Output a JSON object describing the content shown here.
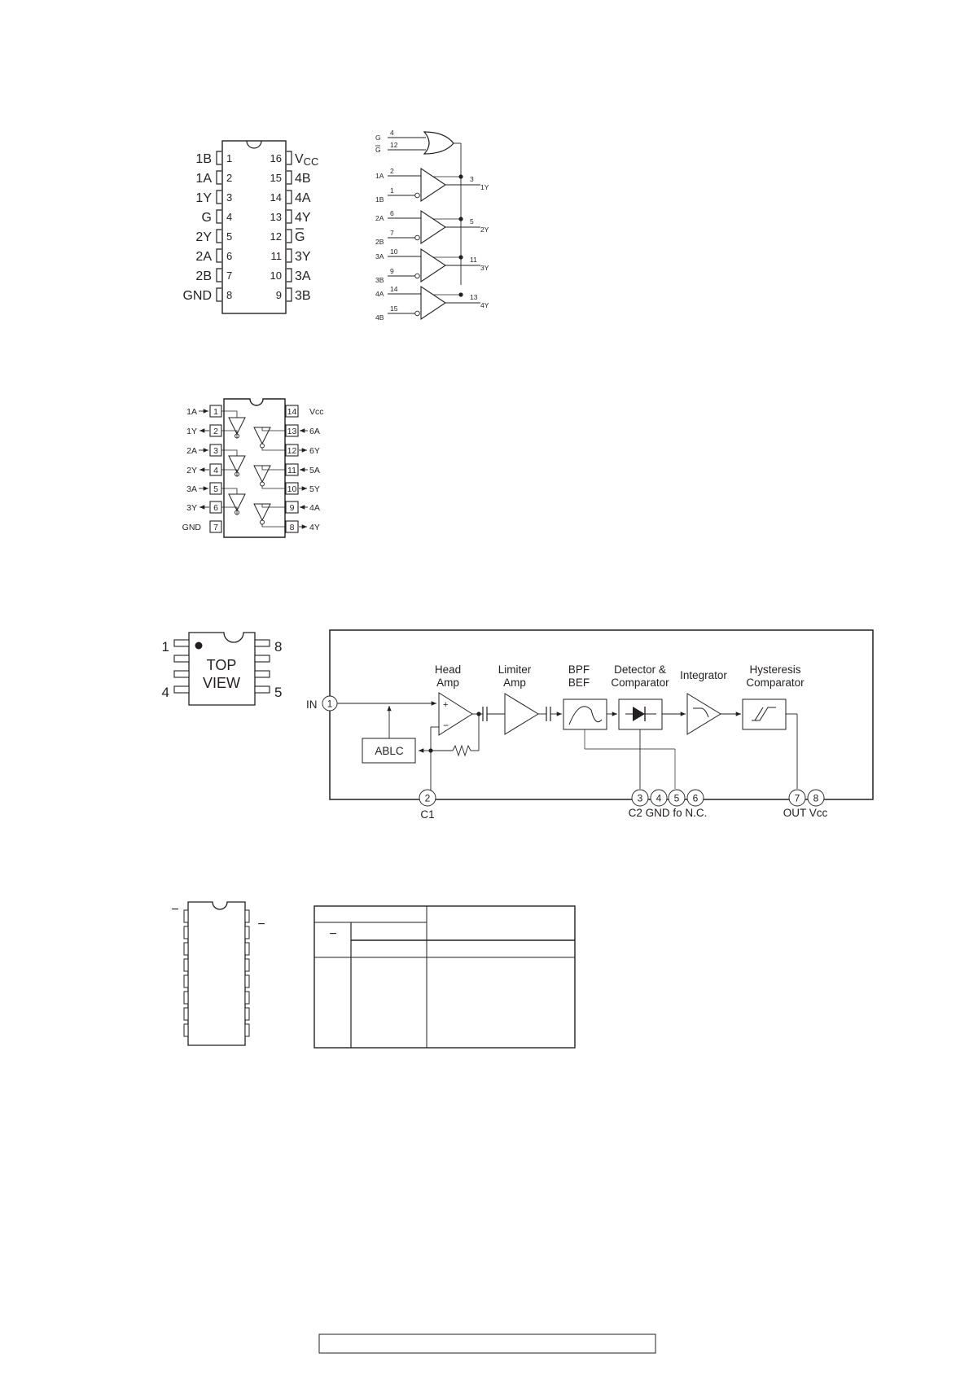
{
  "ic_16pin": {
    "left_pins": [
      {
        "label": "1B",
        "num": "1"
      },
      {
        "label": "1A",
        "num": "2"
      },
      {
        "label": "1Y",
        "num": "3"
      },
      {
        "label": "G",
        "num": "4"
      },
      {
        "label": "2Y",
        "num": "5"
      },
      {
        "label": "2A",
        "num": "6"
      },
      {
        "label": "2B",
        "num": "7"
      },
      {
        "label": "GND",
        "num": "8"
      }
    ],
    "right_pins": [
      {
        "label": "V",
        "sub": "CC",
        "num": "16"
      },
      {
        "label": "4B",
        "num": "15"
      },
      {
        "label": "4A",
        "num": "14"
      },
      {
        "label": "4Y",
        "num": "13"
      },
      {
        "label": "G",
        "overbar": true,
        "num": "12"
      },
      {
        "label": "3Y",
        "num": "11"
      },
      {
        "label": "3A",
        "num": "10"
      },
      {
        "label": "3B",
        "num": "9"
      }
    ]
  },
  "logic_diagram": {
    "or_gate_inputs": [
      {
        "label": "G",
        "num": "4"
      },
      {
        "label": "G",
        "num": "12",
        "overbar": true
      }
    ],
    "buffers": [
      {
        "in_a": "1A",
        "num_a": "2",
        "in_b": "1B",
        "num_b": "1",
        "out": "1Y",
        "num_out": "3"
      },
      {
        "in_a": "2A",
        "num_a": "6",
        "in_b": "2B",
        "num_b": "7",
        "out": "2Y",
        "num_out": "5"
      },
      {
        "in_a": "3A",
        "num_a": "10",
        "in_b": "3B",
        "num_b": "9",
        "out": "3Y",
        "num_out": "11"
      },
      {
        "in_a": "4A",
        "num_a": "14",
        "in_b": "4B",
        "num_b": "15",
        "out": "4Y",
        "num_out": "13"
      }
    ]
  },
  "ic_14pin": {
    "left_pins": [
      {
        "label": "1A",
        "num": "1",
        "dir": "in"
      },
      {
        "label": "1Y",
        "num": "2",
        "dir": "out"
      },
      {
        "label": "2A",
        "num": "3",
        "dir": "in"
      },
      {
        "label": "2Y",
        "num": "4",
        "dir": "out"
      },
      {
        "label": "3A",
        "num": "5",
        "dir": "in"
      },
      {
        "label": "3Y",
        "num": "6",
        "dir": "out"
      },
      {
        "label": "GND",
        "num": "7",
        "dir": "none"
      }
    ],
    "right_pins": [
      {
        "label": "Vcc",
        "num": "14",
        "dir": "none"
      },
      {
        "label": "6A",
        "num": "13",
        "dir": "in"
      },
      {
        "label": "6Y",
        "num": "12",
        "dir": "out"
      },
      {
        "label": "5A",
        "num": "11",
        "dir": "in"
      },
      {
        "label": "5Y",
        "num": "10",
        "dir": "out"
      },
      {
        "label": "4A",
        "num": "9",
        "dir": "in"
      },
      {
        "label": "4Y",
        "num": "8",
        "dir": "out"
      }
    ]
  },
  "ic_8pin": {
    "top_view_line1": "TOP",
    "top_view_line2": "VIEW",
    "corner_labels": {
      "top_left": "1",
      "top_right": "8",
      "bottom_left": "4",
      "bottom_right": "5"
    }
  },
  "receiver_block": {
    "input_label": "IN",
    "input_pin": "1",
    "blocks": {
      "head_amp": {
        "line1": "Head",
        "line2": "Amp"
      },
      "limiter_amp": {
        "line1": "Limiter",
        "line2": "Amp"
      },
      "bpf": {
        "line1": "BPF",
        "line2": "BEF"
      },
      "detector": {
        "line1": "Detector &",
        "line2": "Comparator"
      },
      "integrator": {
        "line1": "Integrator"
      },
      "hysteresis": {
        "line1": "Hysteresis",
        "line2": "Comparator"
      },
      "ablc": {
        "line1": "ABLC"
      }
    },
    "amp_signs": {
      "plus": "+",
      "minus": "−"
    },
    "bottom_pins": [
      "2",
      "3",
      "4",
      "5",
      "6",
      "7",
      "8"
    ],
    "bottom_labels": {
      "c1": "C1",
      "group_3_6": "C2 GND fo N.C.",
      "group_7_8": "OUT Vcc"
    }
  },
  "truth_table_section": {
    "dash_left": "−",
    "dash_right": "−",
    "table_dash": "−"
  },
  "footer_box": {}
}
